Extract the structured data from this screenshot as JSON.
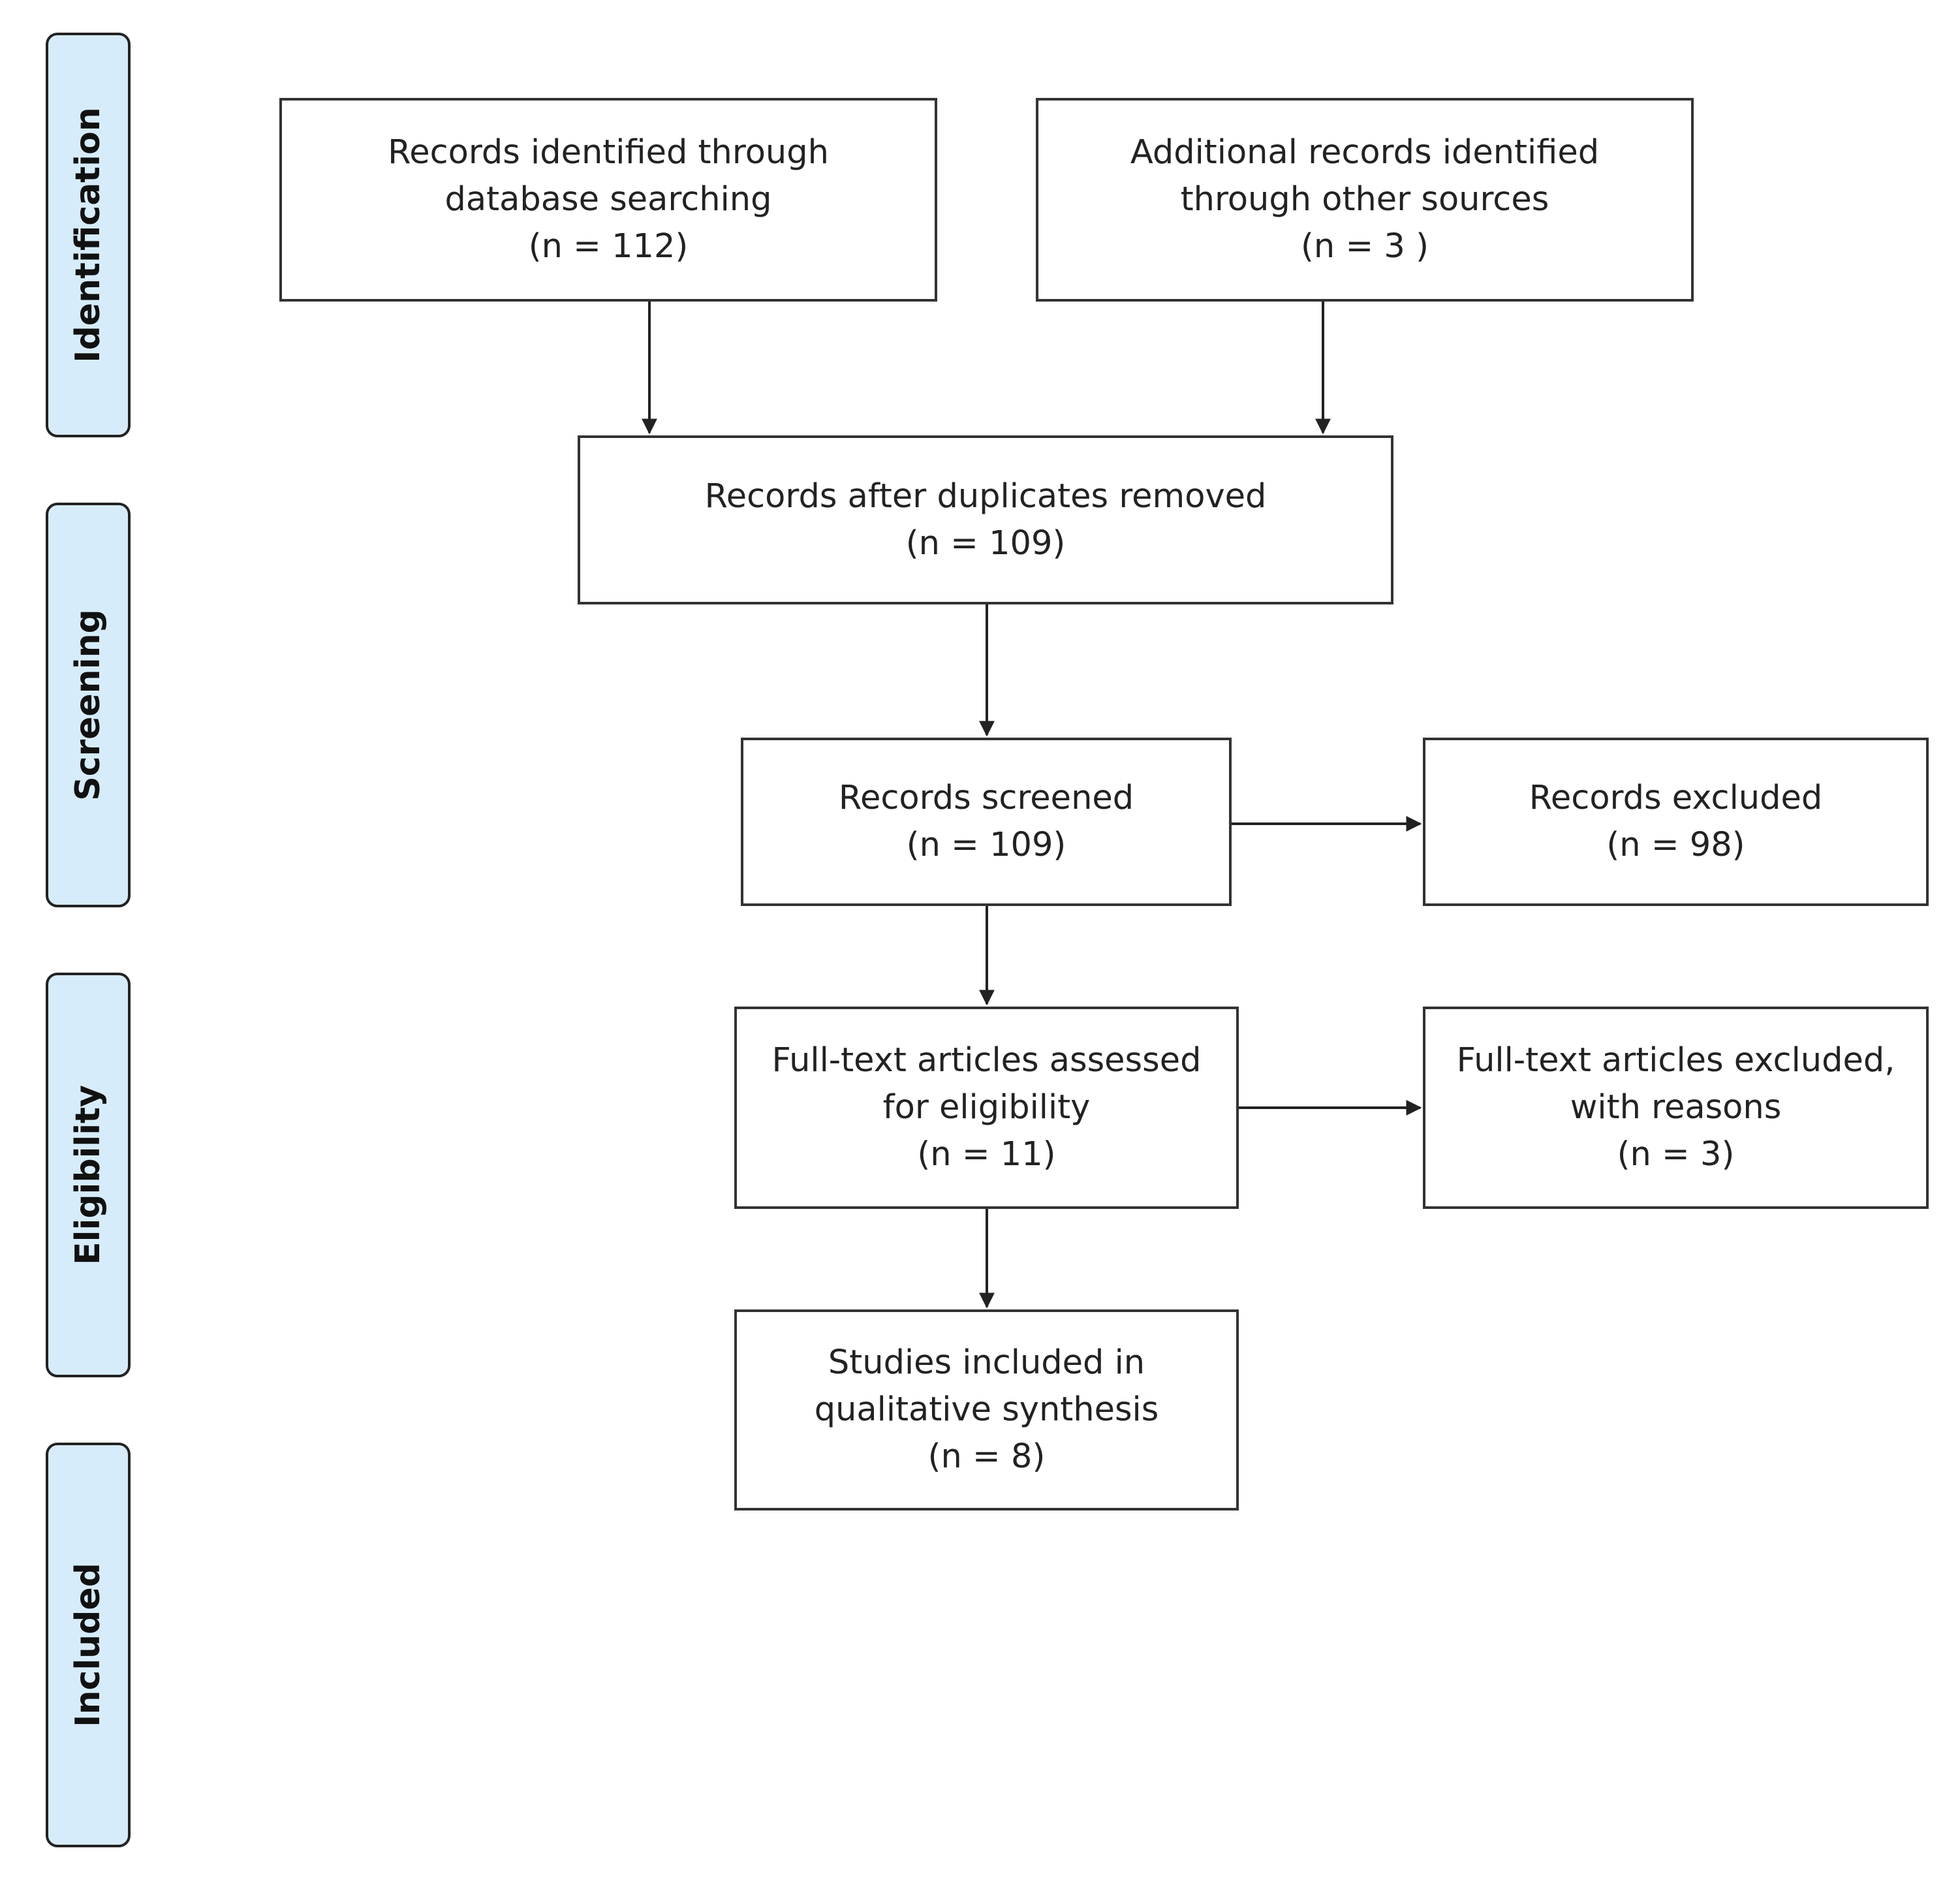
{
  "phases": {
    "identification": "Identification",
    "screening": "Screening",
    "eligibility": "Eligibility",
    "included": "Included"
  },
  "boxes": {
    "database_search": "Records identified through\ndatabase searching\n(n = 112)",
    "other_sources": "Additional records identified\nthrough other sources\n(n = 3 )",
    "duplicates_removed": "Records after duplicates removed\n(n = 109)",
    "screened": "Records screened\n(n = 109)",
    "excluded": "Records excluded\n(n = 98)",
    "fulltext_assessed": "Full-text articles assessed\nfor eligibility\n(n = 11)",
    "fulltext_excluded": "Full-text articles excluded,\nwith reasons\n(n = 3)",
    "included_studies": "Studies included in\nqualitative synthesis\n(n = 8)"
  },
  "colors": {
    "phase_fill": "#d6ecfb",
    "border": "#333333",
    "arrow": "#222222"
  }
}
